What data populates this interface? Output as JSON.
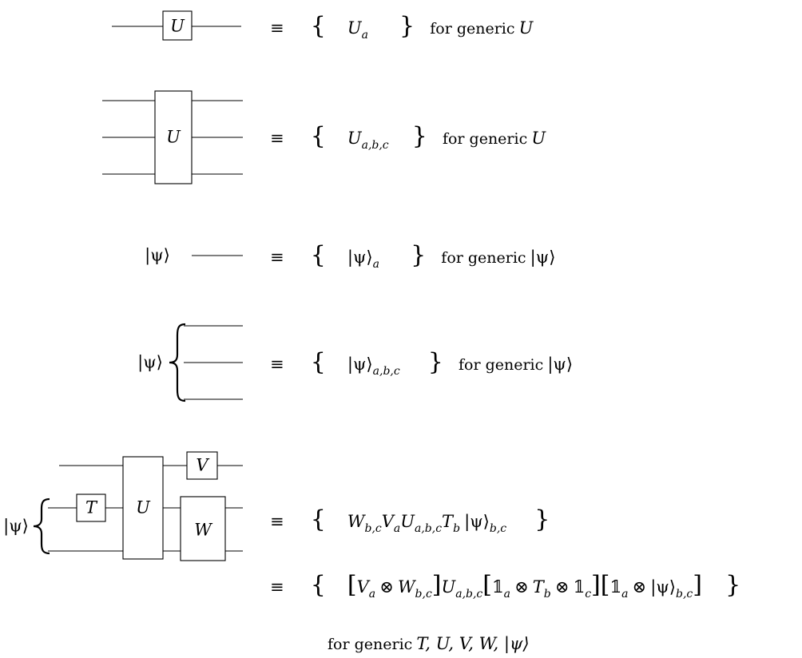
{
  "symbols": {
    "equiv": "≡",
    "lbrace": "{",
    "rbrace": "}",
    "ket": "|ψ⟩",
    "otimes": "⊗",
    "one": "𝟙",
    "lbrack": "[",
    "rbrack": "]"
  },
  "gates": {
    "U": "U",
    "T": "T",
    "V": "V",
    "W": "W"
  },
  "rows": [
    {
      "op": "U",
      "sub": "a",
      "caption": "for generic",
      "caption_math": "U"
    },
    {
      "op": "U",
      "sub": "a,b,c",
      "caption": "for generic",
      "caption_math": "U"
    },
    {
      "op": "|ψ⟩",
      "sub": "a",
      "caption": "for generic",
      "caption_math": "|ψ⟩"
    },
    {
      "op": "|ψ⟩",
      "sub": "a,b,c",
      "caption": "for generic",
      "caption_math": "|ψ⟩"
    }
  ],
  "combined": {
    "line1": {
      "W": "W",
      "W_sub": "b,c",
      "V": "V",
      "V_sub": "a",
      "U": "U",
      "U_sub": "a,b,c",
      "T": "T",
      "T_sub": "b",
      "ket": "|ψ⟩",
      "ket_sub": "b,c"
    },
    "line2": {
      "V": "V",
      "V_sub": "a",
      "W": "W",
      "W_sub": "b,c",
      "U": "U",
      "U_sub": "a,b,c",
      "one_sub_a": "a",
      "T": "T",
      "T_sub": "b",
      "one_sub_c": "c",
      "ket": "|ψ⟩",
      "ket_sub": "b,c"
    },
    "caption": "for generic",
    "caption_math": "T, U, V, W, |ψ⟩"
  }
}
